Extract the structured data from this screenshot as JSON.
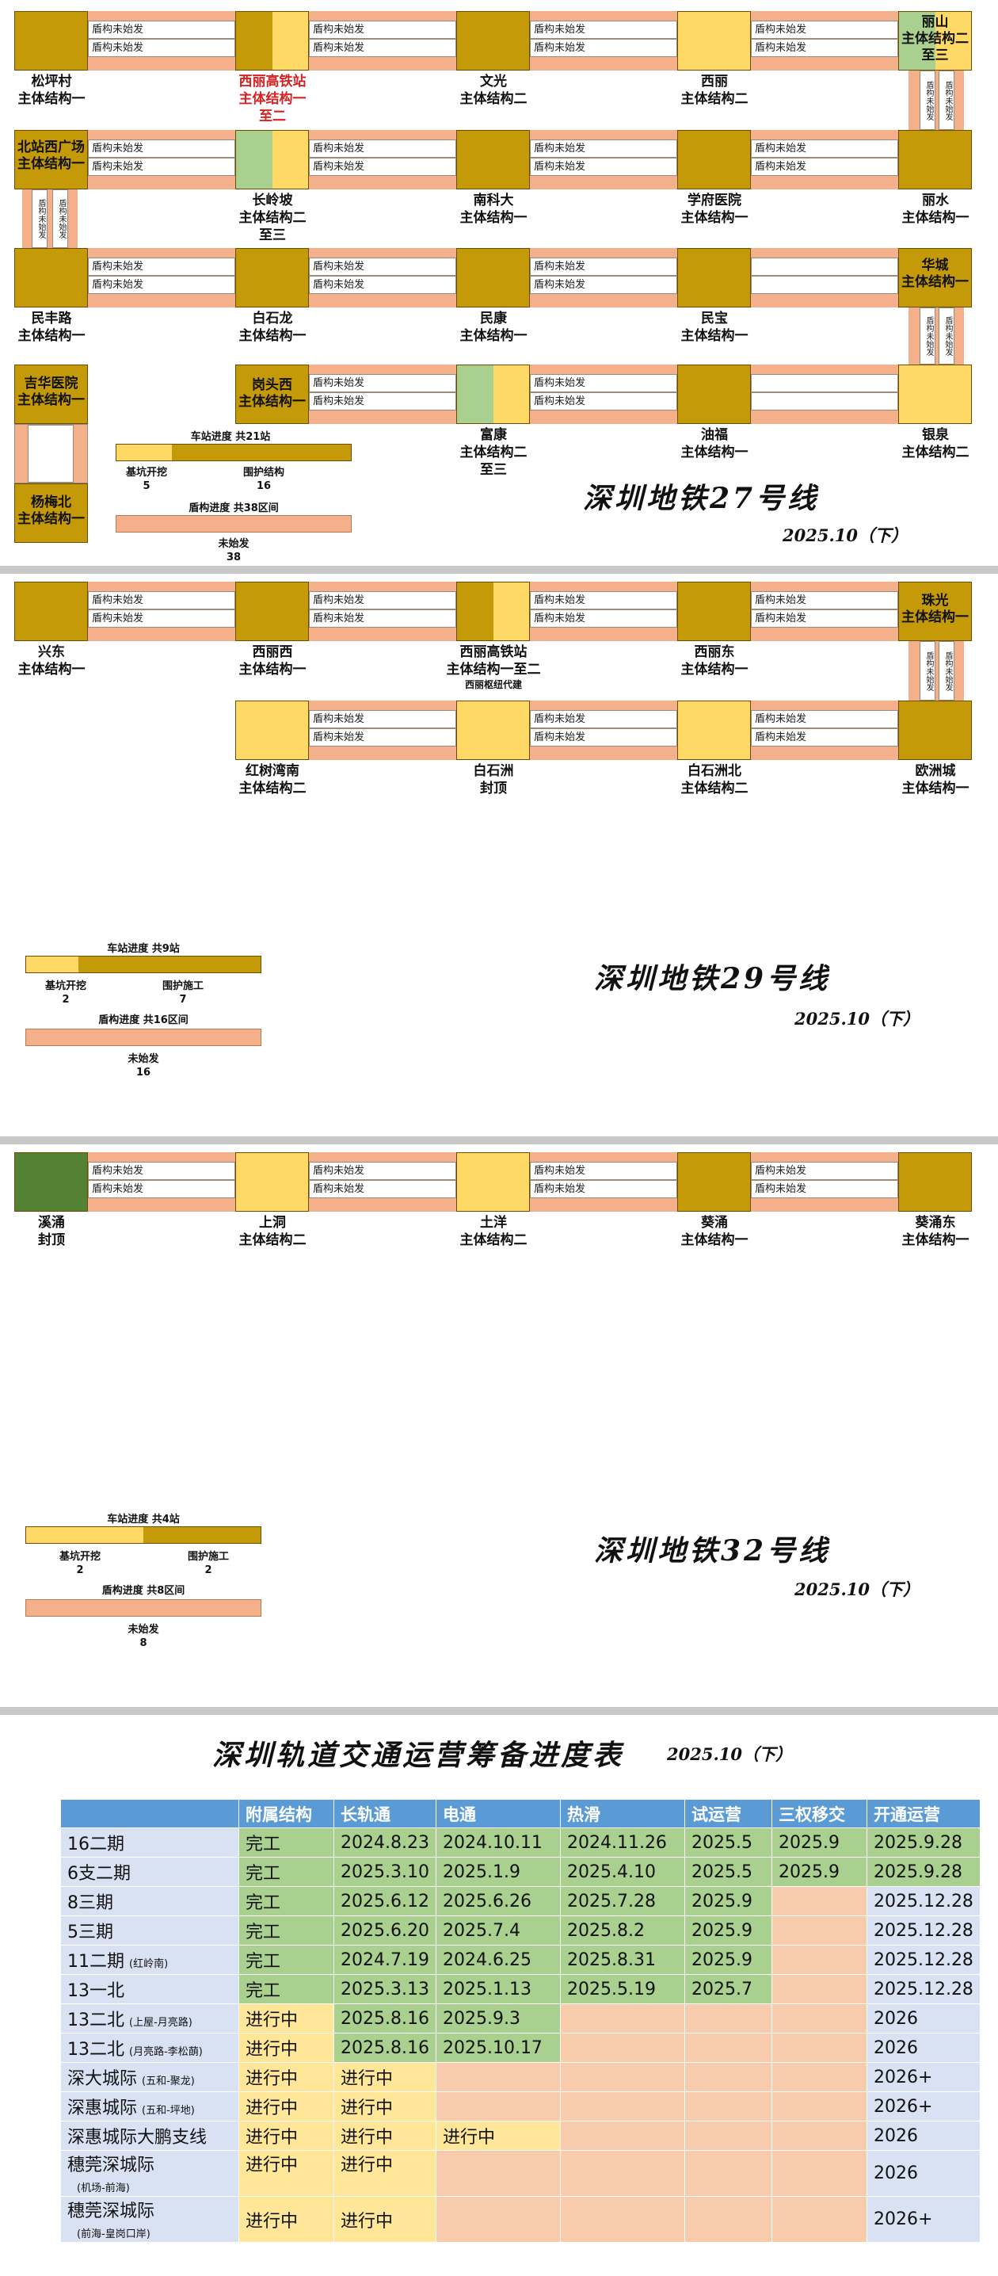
{
  "colors": {
    "main_structure": "#c49a08",
    "main_structure_2": "#ffd966",
    "capped": "#548235",
    "main_structure_3": "#a9d08e",
    "shield_band": "#f4b08a",
    "header_blue": "#5b9bd5"
  },
  "shield_status": "盾构未始发",
  "line27": {
    "title": "深圳地铁27号线",
    "date": "2025.10（下）",
    "stations": [
      {
        "name": "松坪村",
        "status": "主体结构一"
      },
      {
        "name": "西丽高铁站",
        "status": "主体结构一",
        "status2": "至二"
      },
      {
        "name": "文光",
        "status": "主体结构二"
      },
      {
        "name": "西丽",
        "status": "主体结构二"
      },
      {
        "name": "丽山",
        "status": "主体结构二",
        "status2": "至三"
      },
      {
        "name": "北站西广场",
        "status": "主体结构一"
      },
      {
        "name": "长岭坡",
        "status": "主体结构二",
        "status2": "至三"
      },
      {
        "name": "南科大",
        "status": "主体结构一"
      },
      {
        "name": "学府医院",
        "status": "主体结构一"
      },
      {
        "name": "丽水",
        "status": "主体结构一"
      },
      {
        "name": "民丰路",
        "status": "主体结构一"
      },
      {
        "name": "白石龙",
        "status": "主体结构一"
      },
      {
        "name": "民康",
        "status": "主体结构一"
      },
      {
        "name": "民宝",
        "status": "主体结构一"
      },
      {
        "name": "华城",
        "status": "主体结构一"
      },
      {
        "name": "吉华医院",
        "status": "主体结构一"
      },
      {
        "name": "杨梅北",
        "status": "主体结构一"
      },
      {
        "name": "岗头西",
        "status": "主体结构一"
      },
      {
        "name": "富康",
        "status": "主体结构二",
        "status2": "至三"
      },
      {
        "name": "油福",
        "status": "主体结构一"
      },
      {
        "name": "银泉",
        "status": "主体结构二"
      }
    ],
    "legend": {
      "station_caption": "车站进度 共21站",
      "pit_label": "基坑开挖",
      "pit_count": "5",
      "enclosure_label": "围护结构",
      "enclosure_count": "16",
      "pit_fraction": 0.238,
      "shield_caption": "盾构进度 共38区间",
      "not_started_label": "未始发",
      "not_started_count": "38"
    }
  },
  "line29": {
    "title": "深圳地铁29号线",
    "date": "2025.10（下）",
    "stations": [
      {
        "name": "兴东",
        "status": "主体结构一"
      },
      {
        "name": "西丽西",
        "status": "主体结构一"
      },
      {
        "name": "西丽高铁站",
        "status": "主体结构一至二",
        "note": "西丽枢纽代建"
      },
      {
        "name": "西丽东",
        "status": "主体结构一"
      },
      {
        "name": "珠光",
        "status": "主体结构一"
      },
      {
        "name": "红树湾南",
        "status": "主体结构二"
      },
      {
        "name": "白石洲",
        "status": "封顶"
      },
      {
        "name": "白石洲北",
        "status": "主体结构二"
      },
      {
        "name": "欧洲城",
        "status": "主体结构一"
      }
    ],
    "legend": {
      "station_caption": "车站进度 共9站",
      "pit_label": "基坑开挖",
      "pit_count": "2",
      "enclosure_label": "围护施工",
      "enclosure_count": "7",
      "pit_fraction": 0.222,
      "shield_caption": "盾构进度 共16区间",
      "not_started_label": "未始发",
      "not_started_count": "16"
    }
  },
  "line32": {
    "title": "深圳地铁32号线",
    "date": "2025.10（下）",
    "stations": [
      {
        "name": "溪涌",
        "status": "封顶"
      },
      {
        "name": "上洞",
        "status": "主体结构二"
      },
      {
        "name": "土洋",
        "status": "主体结构二"
      },
      {
        "name": "葵涌",
        "status": "主体结构一"
      },
      {
        "name": "葵涌东",
        "status": "主体结构一"
      }
    ],
    "legend": {
      "station_caption": "车站进度 共4站",
      "pit_label": "基坑开挖",
      "pit_count": "2",
      "enclosure_label": "围护施工",
      "enclosure_count": "2",
      "pit_fraction": 0.5,
      "shield_caption": "盾构进度 共8区间",
      "not_started_label": "未始发",
      "not_started_count": "8"
    }
  },
  "ops_table": {
    "title": "深圳轨道交通运营筹备进度表",
    "date": "2025.10（下）",
    "headers": [
      "",
      "附属结构",
      "长轨通",
      "电通",
      "热滑",
      "试运营",
      "三权移交",
      "开通运营"
    ],
    "rows": [
      {
        "name": "16二期",
        "note": "",
        "cells": [
          "完工",
          "2024.8.23",
          "2024.10.11",
          "2024.11.26",
          "2025.5",
          "2025.9",
          "2025.9.28"
        ],
        "colors": [
          "g",
          "g",
          "g",
          "g",
          "g",
          "g",
          "g"
        ]
      },
      {
        "name": "6支二期",
        "note": "",
        "cells": [
          "完工",
          "2025.3.10",
          "2025.1.9",
          "2025.4.10",
          "2025.5",
          "2025.9",
          "2025.9.28"
        ],
        "colors": [
          "g",
          "g",
          "g",
          "g",
          "g",
          "g",
          "g"
        ]
      },
      {
        "name": "8三期",
        "note": "",
        "cells": [
          "完工",
          "2025.6.12",
          "2025.6.26",
          "2025.7.28",
          "2025.9",
          "",
          "2025.12.28"
        ],
        "colors": [
          "g",
          "g",
          "g",
          "g",
          "g",
          "s",
          "b"
        ]
      },
      {
        "name": "5三期",
        "note": "",
        "cells": [
          "完工",
          "2025.6.20",
          "2025.7.4",
          "2025.8.2",
          "2025.9",
          "",
          "2025.12.28"
        ],
        "colors": [
          "g",
          "g",
          "g",
          "g",
          "g",
          "s",
          "b"
        ]
      },
      {
        "name": "11二期",
        "note": "(红岭南)",
        "cells": [
          "完工",
          "2024.7.19",
          "2024.6.25",
          "2025.8.31",
          "2025.9",
          "",
          "2025.12.28"
        ],
        "colors": [
          "g",
          "g",
          "g",
          "g",
          "g",
          "s",
          "b"
        ]
      },
      {
        "name": "13一北",
        "note": "",
        "cells": [
          "完工",
          "2025.3.13",
          "2025.1.13",
          "2025.5.19",
          "2025.7",
          "",
          "2025.12.28"
        ],
        "colors": [
          "g",
          "g",
          "g",
          "g",
          "g",
          "s",
          "b"
        ]
      },
      {
        "name": "13二北",
        "note": "(上屋-月亮路)",
        "cells": [
          "进行中",
          "2025.8.16",
          "2025.9.3",
          "",
          "",
          "",
          "2026"
        ],
        "colors": [
          "y",
          "g",
          "g",
          "s",
          "s",
          "s",
          "b"
        ]
      },
      {
        "name": "13二北",
        "note": "(月亮路-李松蓢)",
        "cells": [
          "进行中",
          "2025.8.16",
          "2025.10.17",
          "",
          "",
          "",
          "2026"
        ],
        "colors": [
          "y",
          "g",
          "g",
          "s",
          "s",
          "s",
          "b"
        ]
      },
      {
        "name": "深大城际",
        "note": "(五和-聚龙)",
        "cells": [
          "进行中",
          "进行中",
          "",
          "",
          "",
          "",
          "2026+"
        ],
        "colors": [
          "y",
          "y",
          "s",
          "s",
          "s",
          "s",
          "b"
        ]
      },
      {
        "name": "深惠城际",
        "note": "(五和-坪地)",
        "cells": [
          "进行中",
          "进行中",
          "",
          "",
          "",
          "",
          "2026+"
        ],
        "colors": [
          "y",
          "y",
          "s",
          "s",
          "s",
          "s",
          "b"
        ]
      },
      {
        "name": "深惠城际大鹏支线",
        "note": "",
        "cells": [
          "进行中",
          "进行中",
          "进行中",
          "",
          "",
          "",
          "2026"
        ],
        "colors": [
          "y",
          "y",
          "y",
          "s",
          "s",
          "s",
          "b"
        ]
      },
      {
        "name": "穗莞深城际",
        "note": "(机场-前海)",
        "cells": [
          "进行中",
          "进行中",
          "",
          "",
          "",
          "",
          "2026"
        ],
        "colors": [
          "y",
          "y",
          "s",
          "s",
          "s",
          "s",
          "b"
        ]
      },
      {
        "name": "穗莞深城际",
        "note": "(前海-皇岗口岸)",
        "cells": [
          "进行中",
          "进行中",
          "",
          "",
          "",
          "",
          "2026+"
        ],
        "colors": [
          "y",
          "y",
          "s",
          "s",
          "s",
          "s",
          "b"
        ]
      }
    ]
  }
}
